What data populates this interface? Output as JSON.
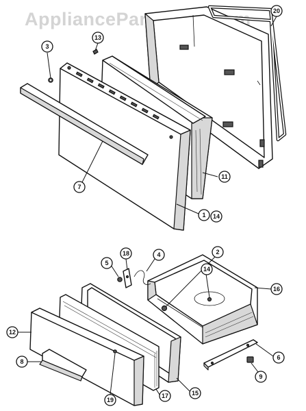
{
  "watermark": "AppliancePartsPros.com",
  "callouts": [
    {
      "id": "c-3",
      "label": "3"
    },
    {
      "id": "c-13",
      "label": "13"
    },
    {
      "id": "c-20",
      "label": "20"
    },
    {
      "id": "c-7",
      "label": "7"
    },
    {
      "id": "c-11",
      "label": "11"
    },
    {
      "id": "c-1",
      "label": "1"
    },
    {
      "id": "c-14a",
      "label": "14"
    },
    {
      "id": "c-5",
      "label": "5"
    },
    {
      "id": "c-18",
      "label": "18"
    },
    {
      "id": "c-4",
      "label": "4"
    },
    {
      "id": "c-2",
      "label": "2"
    },
    {
      "id": "c-14b",
      "label": "14"
    },
    {
      "id": "c-16",
      "label": "16"
    },
    {
      "id": "c-12",
      "label": "12"
    },
    {
      "id": "c-8",
      "label": "8"
    },
    {
      "id": "c-19",
      "label": "19"
    },
    {
      "id": "c-17",
      "label": "17"
    },
    {
      "id": "c-15",
      "label": "15"
    },
    {
      "id": "c-6",
      "label": "6"
    },
    {
      "id": "c-9",
      "label": "9"
    }
  ]
}
